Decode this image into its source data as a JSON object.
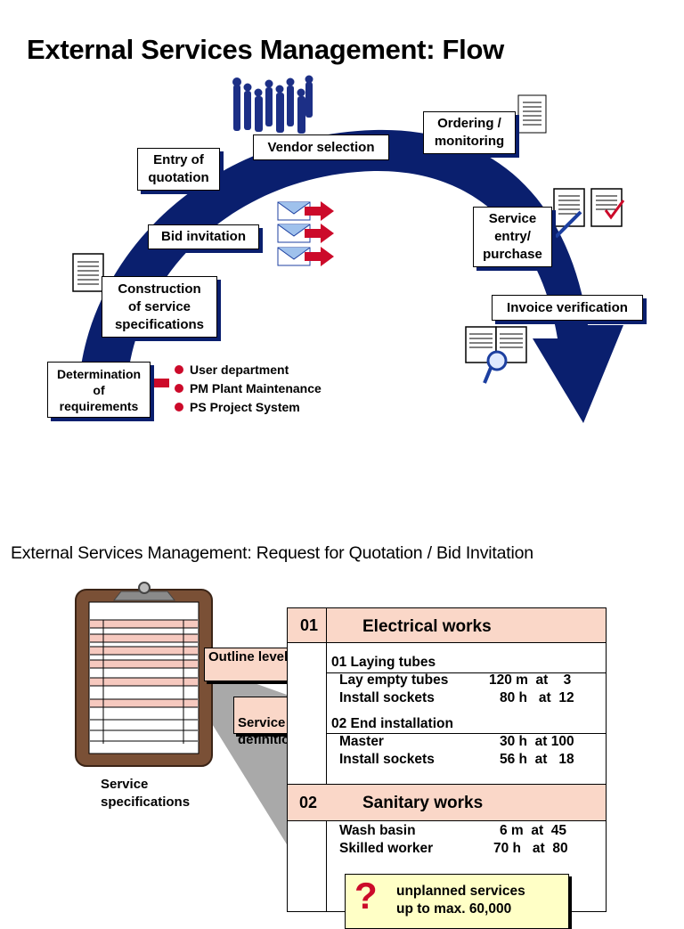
{
  "slide1": {
    "title": "External Services Management: Flow",
    "steps": {
      "vendor_selection": "Vendor selection",
      "ordering": "Ordering /\nmonitoring",
      "entry_quotation": "Entry of\nquotation",
      "bid_invitation": "Bid invitation",
      "service_entry": "Service\nentry/\npurchase",
      "construction": "Construction\nof service\nspecifications",
      "invoice": "Invoice verification",
      "determination": "Determination\nof\nrequirements"
    },
    "sources": [
      "User department",
      "PM Plant Maintenance",
      "PS Project System"
    ],
    "colors": {
      "arc": "#0a1f6e",
      "accent": "#cc0a2a"
    }
  },
  "slide2": {
    "title": "External Services Management: Request for Quotation / Bid Invitation",
    "clipboard_caption": "Service\nspecifications",
    "outline_label": "Outline level",
    "service_label": "Service\ndefinition",
    "sections": [
      {
        "num": "01",
        "name": "Electrical works"
      },
      {
        "num": "02",
        "name": "Sanitary works"
      }
    ],
    "sub1": "01  Laying tubes",
    "sub2": "02  End installation",
    "lines": [
      {
        "desc": "Lay empty tubes",
        "qty": "120 m  at    3"
      },
      {
        "desc": "Install sockets",
        "qty": "80 h   at  12"
      },
      {
        "desc": "Master",
        "qty": "30 h  at 100"
      },
      {
        "desc": "Install sockets",
        "qty": "56 h  at   18"
      },
      {
        "desc": "Wash basin",
        "qty": "6 m  at  45"
      },
      {
        "desc": "Skilled worker",
        "qty": "70 h   at  80"
      }
    ],
    "note": "unplanned services\nup to max. 60,000"
  }
}
